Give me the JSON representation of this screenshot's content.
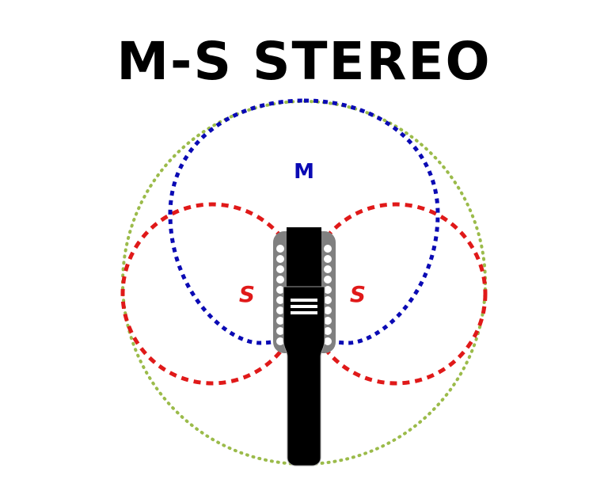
{
  "title": "M-S STEREO",
  "labels": {
    "mid": "M",
    "side_left": "S",
    "side_right": "S"
  },
  "colors": {
    "mid_pattern": "#0a0ab4",
    "side_pattern": "#e01919",
    "omni_pattern": "#9bbb4a",
    "mic_body": "#000000",
    "mic_grille": "#808080",
    "background": "#ffffff"
  }
}
